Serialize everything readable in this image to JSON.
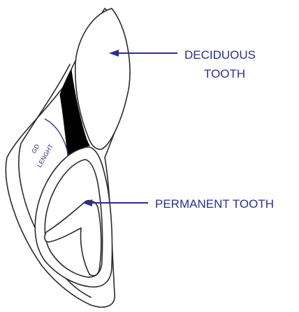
{
  "labels": {
    "deciduous_line1": "DECIDUOUS",
    "deciduous_line2": "TOOTH",
    "permanent": "PERMANENT TOOTH",
    "gd_line1": "GD",
    "gd_line2": "LENGHT"
  },
  "colors": {
    "outline": "#2a2a2a",
    "label": "#2b2e8f",
    "follicle_gap": "#000000",
    "background": "#ffffff"
  },
  "icons": {
    "deciduous_pointer": "arrow-left-icon",
    "permanent_pointer": "arrow-left-icon"
  }
}
